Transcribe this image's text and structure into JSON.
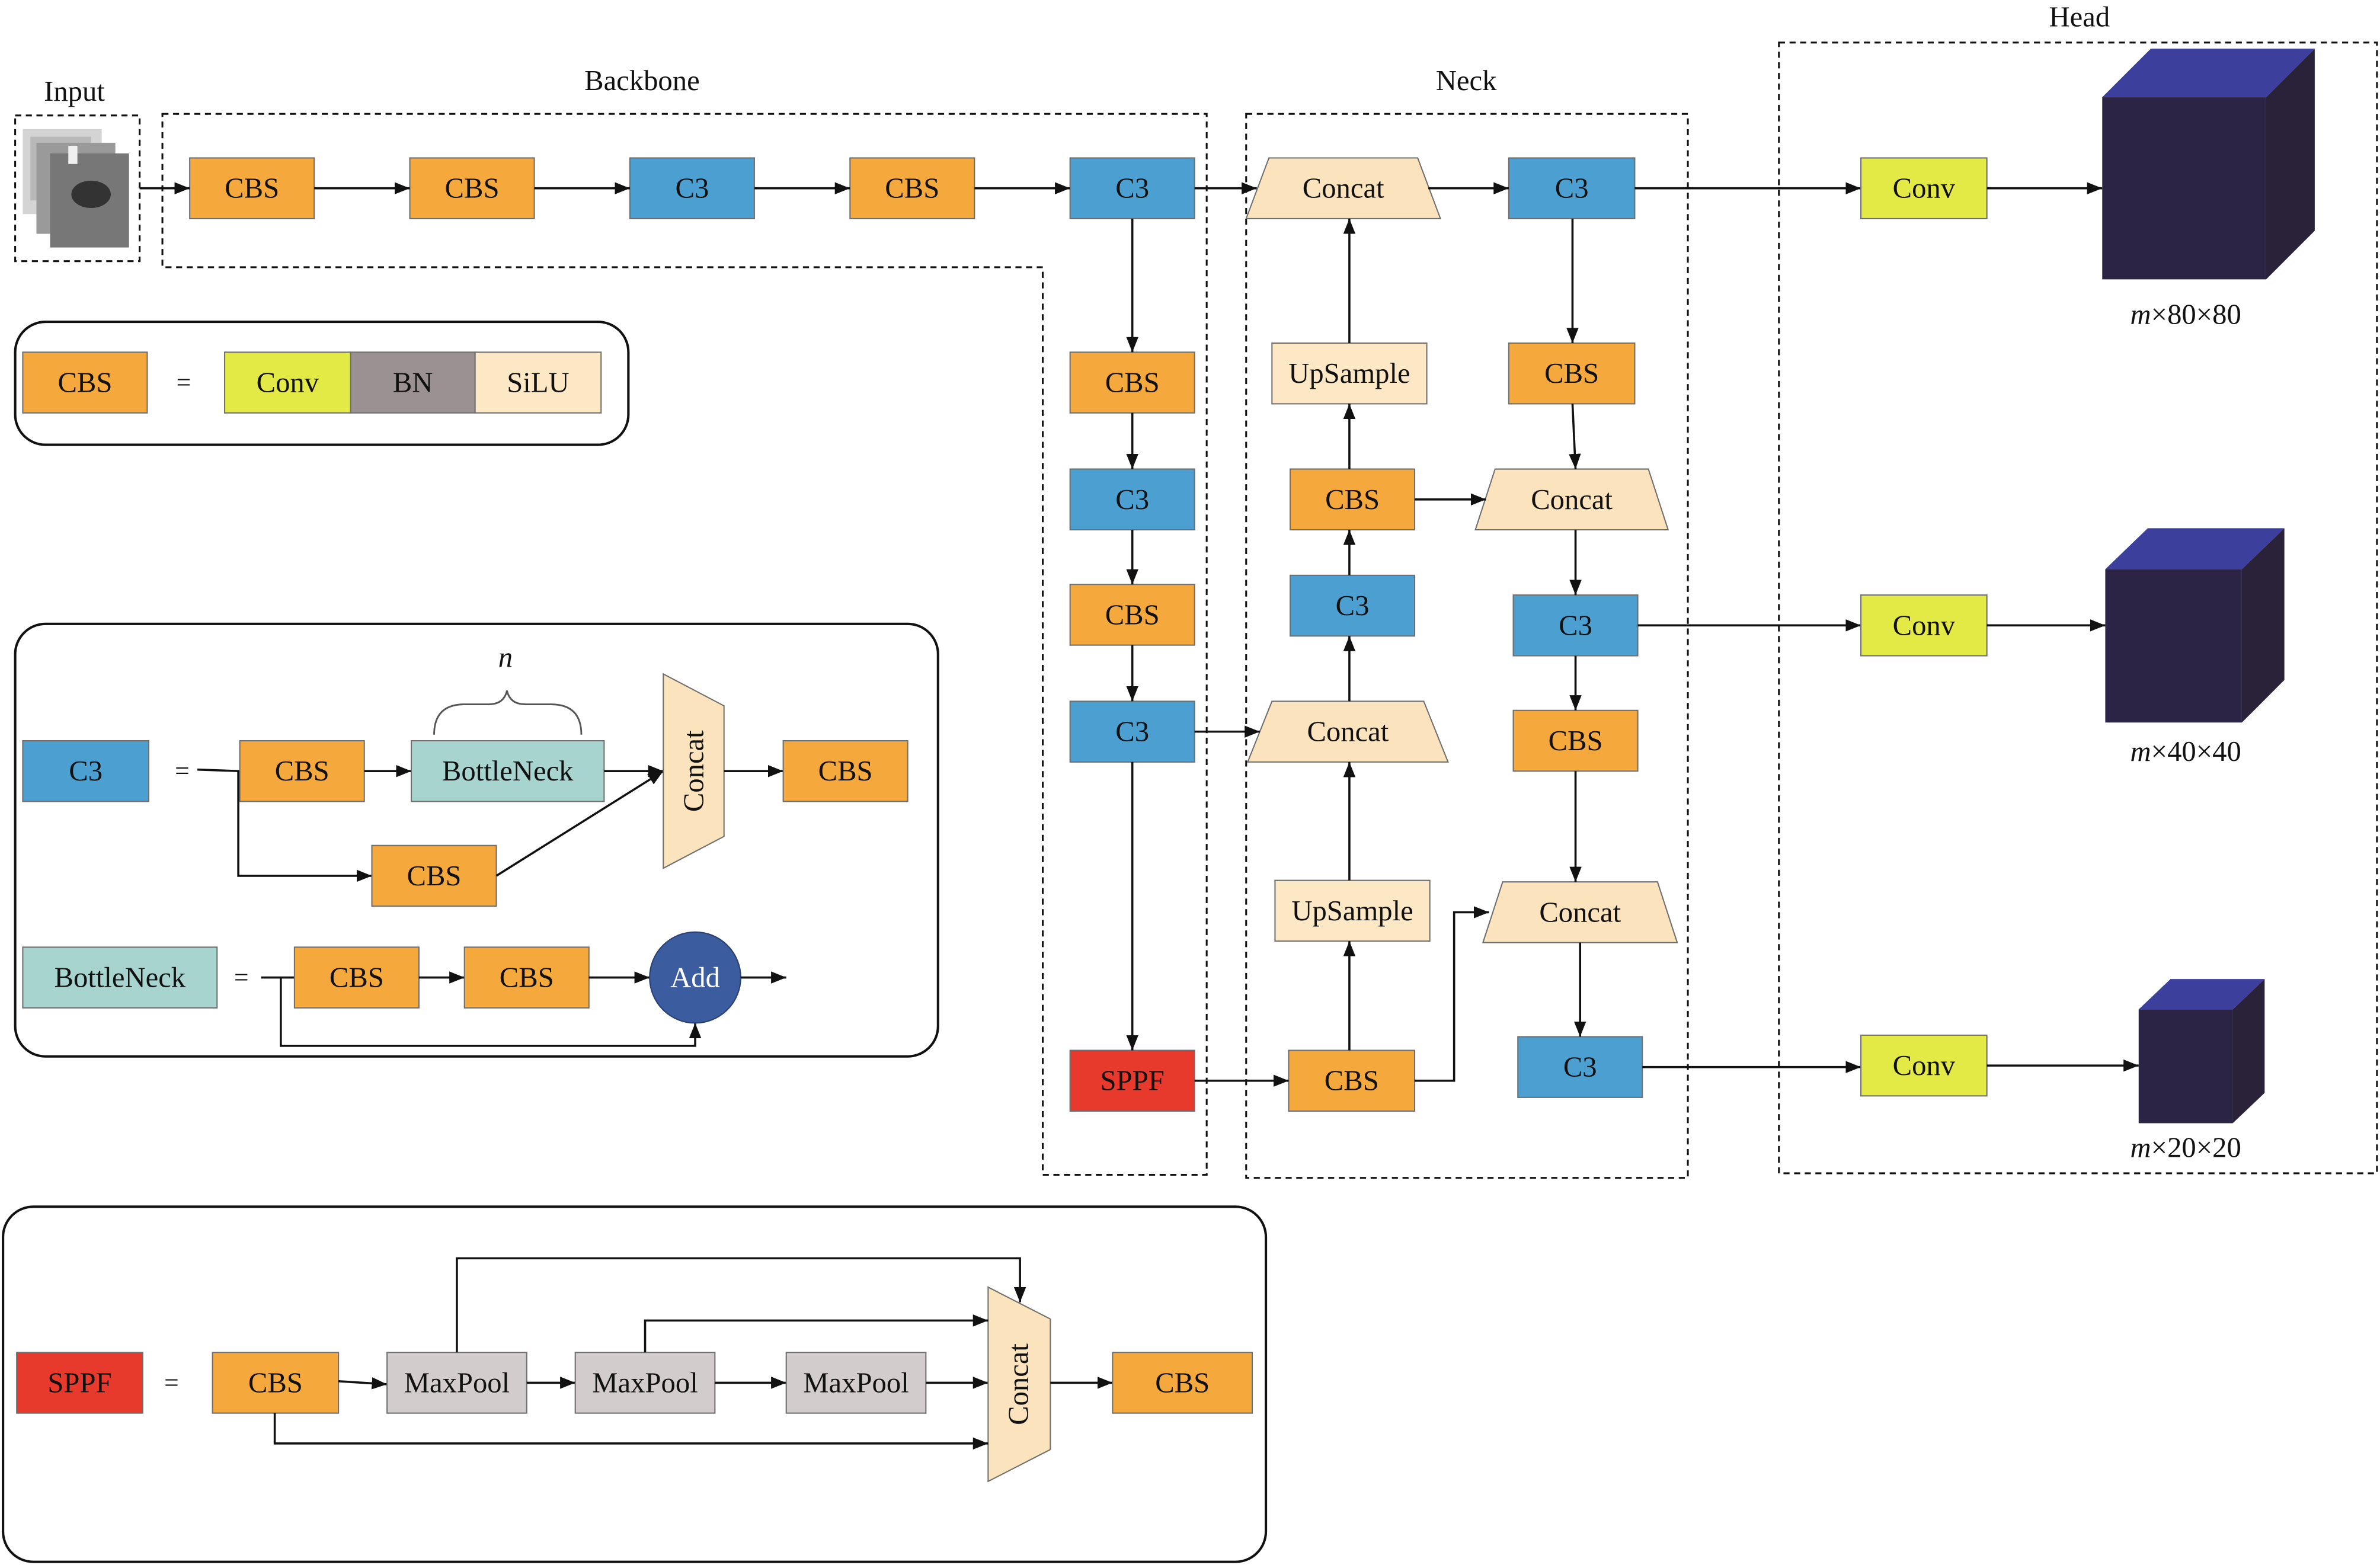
{
  "labels": {
    "input": "Input",
    "backbone": "Backbone",
    "neck": "Neck",
    "head": "Head"
  },
  "backbone": {
    "row": [
      "CBS",
      "CBS",
      "C3",
      "CBS",
      "C3"
    ],
    "column": [
      "CBS",
      "C3",
      "CBS",
      "C3",
      "SPPF"
    ]
  },
  "neck": {
    "concat_top": "Concat",
    "upsample_top": "UpSample",
    "cbs_left_top": "CBS",
    "c3_left": "C3",
    "concat_mid_left": "Concat",
    "upsample_bottom": "UpSample",
    "cbs_left_bottom": "CBS",
    "c3_right_top": "C3",
    "cbs_right_top": "CBS",
    "concat_right_top": "Concat",
    "c3_right_mid": "C3",
    "cbs_right_mid": "CBS",
    "concat_right_bottom": "Concat",
    "c3_right_bottom": "C3"
  },
  "head": {
    "conv": [
      "Conv",
      "Conv",
      "Conv"
    ],
    "outputs": [
      {
        "var": "m",
        "dims": "×80×80"
      },
      {
        "var": "m",
        "dims": "×40×40"
      },
      {
        "var": "m",
        "dims": "×20×20"
      }
    ]
  },
  "legend_cbs": {
    "name": "CBS",
    "equals": "=",
    "parts": [
      "Conv",
      "BN",
      "SiLU"
    ]
  },
  "legend_c3": {
    "name": "C3",
    "equals": "=",
    "cbs_a": "CBS",
    "bottleneck": "BottleNeck",
    "repeat": "n",
    "cbs_b": "CBS",
    "concat": "Concat",
    "cbs_out": "CBS"
  },
  "legend_bottleneck": {
    "name": "BottleNeck",
    "equals": "=",
    "cbs_a": "CBS",
    "cbs_b": "CBS",
    "add": "Add"
  },
  "legend_sppf": {
    "name": "SPPF",
    "equals": "=",
    "cbs_in": "CBS",
    "maxpool": [
      "MaxPool",
      "MaxPool",
      "MaxPool"
    ],
    "concat": "Concat",
    "cbs_out": "CBS"
  },
  "colors": {
    "cbs": "#f5a93c",
    "c3": "#4b9fd1",
    "sppf": "#e8392d",
    "conv": "#e4ea45",
    "bn": "#9b9193",
    "silu": "#fde8c6",
    "upsample": "#fde8c6",
    "concat": "#fbe4bd",
    "bottleneck": "#a8d4cf",
    "maxpool": "#d2cccc",
    "add": "#3b5c9f",
    "cube_front": "#2c2444",
    "cube_top": "#3c3f9c",
    "cube_side": "#2a2238"
  }
}
